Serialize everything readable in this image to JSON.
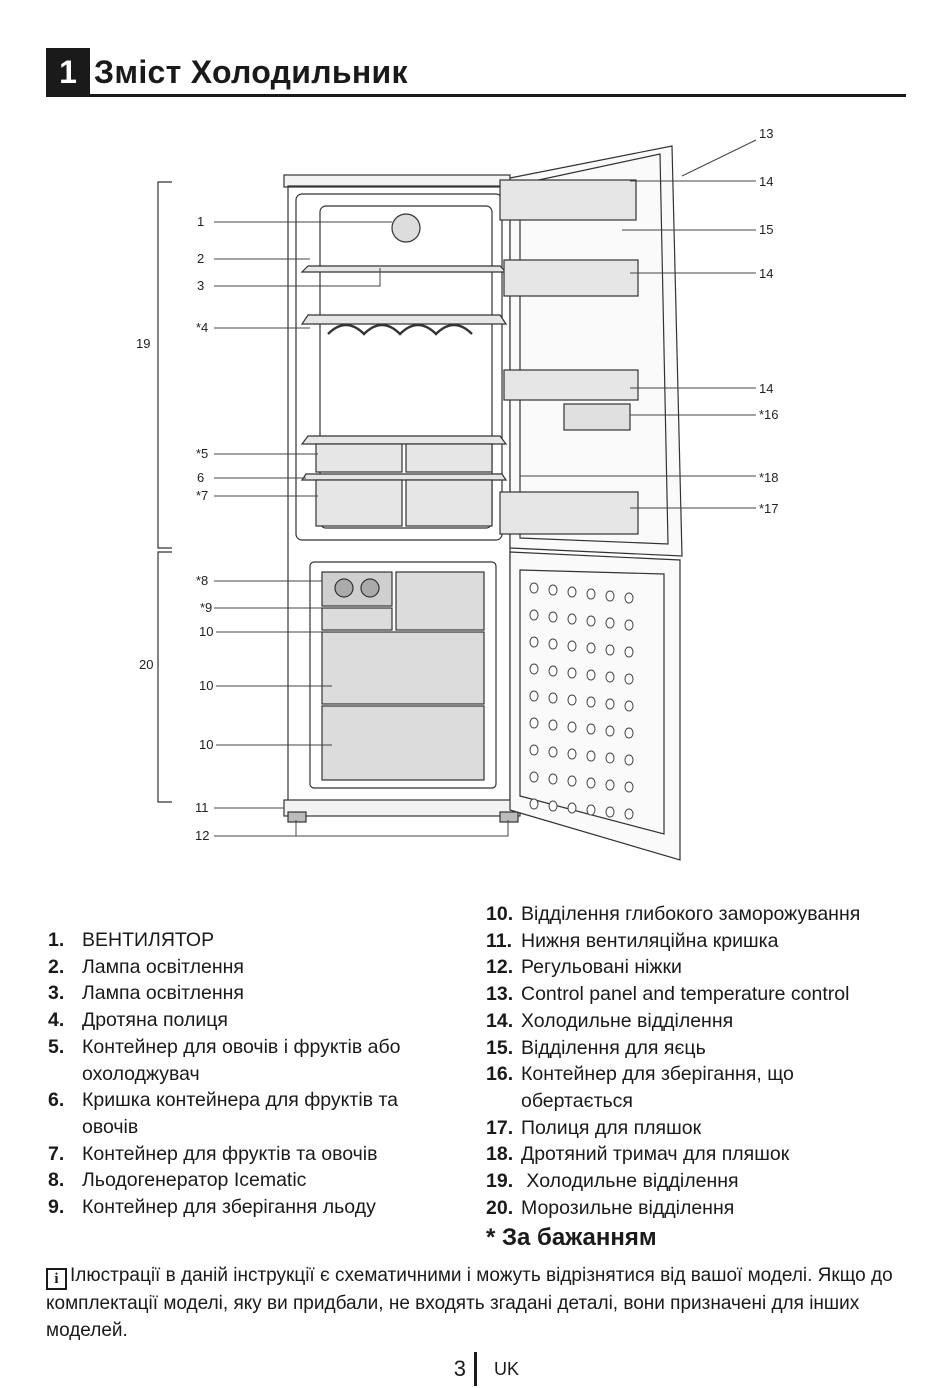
{
  "header": {
    "section_number": "1",
    "title": "Зміст Холодильник"
  },
  "diagram": {
    "callouts": [
      "1",
      "2",
      "3",
      "*4",
      "*5",
      "6",
      "*7",
      "*8",
      "*9",
      "10",
      "10",
      "10",
      "11",
      "12",
      "13",
      "14",
      "15",
      "14",
      "14",
      "*16",
      "*18",
      "*17",
      "19",
      "20"
    ]
  },
  "parts_left": [
    {
      "num": "1.",
      "text": "ВЕНТИЛЯТОР"
    },
    {
      "num": "2.",
      "text": "Лампа освітлення"
    },
    {
      "num": "3.",
      "text": "Лампа освітлення"
    },
    {
      "num": "4.",
      "text": "Дротяна полиця"
    },
    {
      "num": "5.",
      "text": "Контейнер для овочів і фруктів або охолоджувач"
    },
    {
      "num": "6.",
      "text": "Кришка контейнера для фруктів та овочів"
    },
    {
      "num": "7.",
      "text": "Контейнер для фруктів та овочів"
    },
    {
      "num": "8.",
      "text": "Льодогенератор Icematic"
    },
    {
      "num": "9.",
      "text": "Контейнер для зберігання льоду"
    }
  ],
  "parts_right": [
    {
      "num": "10.",
      "text": "Відділення глибокого заморожування"
    },
    {
      "num": "11.",
      "text": "Нижня вентиляційна кришка"
    },
    {
      "num": "12.",
      "text": "Регульовані ніжки"
    },
    {
      "num": "13.",
      "text": "Control panel and temperature control"
    },
    {
      "num": "14.",
      "text": "Холодильне відділення"
    },
    {
      "num": "15.",
      "text": "Відділення для яєць"
    },
    {
      "num": "16.",
      "text": "Контейнер для зберігання, що обертається"
    },
    {
      "num": "17.",
      "text": "Полиця для пляшок"
    },
    {
      "num": "18.",
      "text": "Дротяний тримач для пляшок"
    },
    {
      "num": "19.",
      "text": " Холодильне відділення"
    },
    {
      "num": "20.",
      "text": "Морозильне відділення"
    }
  ],
  "optional_note": "* За бажанням",
  "info_icon": "info-icon",
  "note": "Ілюстрації в даній інструкції є схематичними і можуть відрізнятися від вашої моделі. Якщо до комплектації моделі, яку ви придбали, не входять згадані деталі, вони призначені для інших моделей.",
  "footer": {
    "page": "3",
    "lang": "UK"
  }
}
